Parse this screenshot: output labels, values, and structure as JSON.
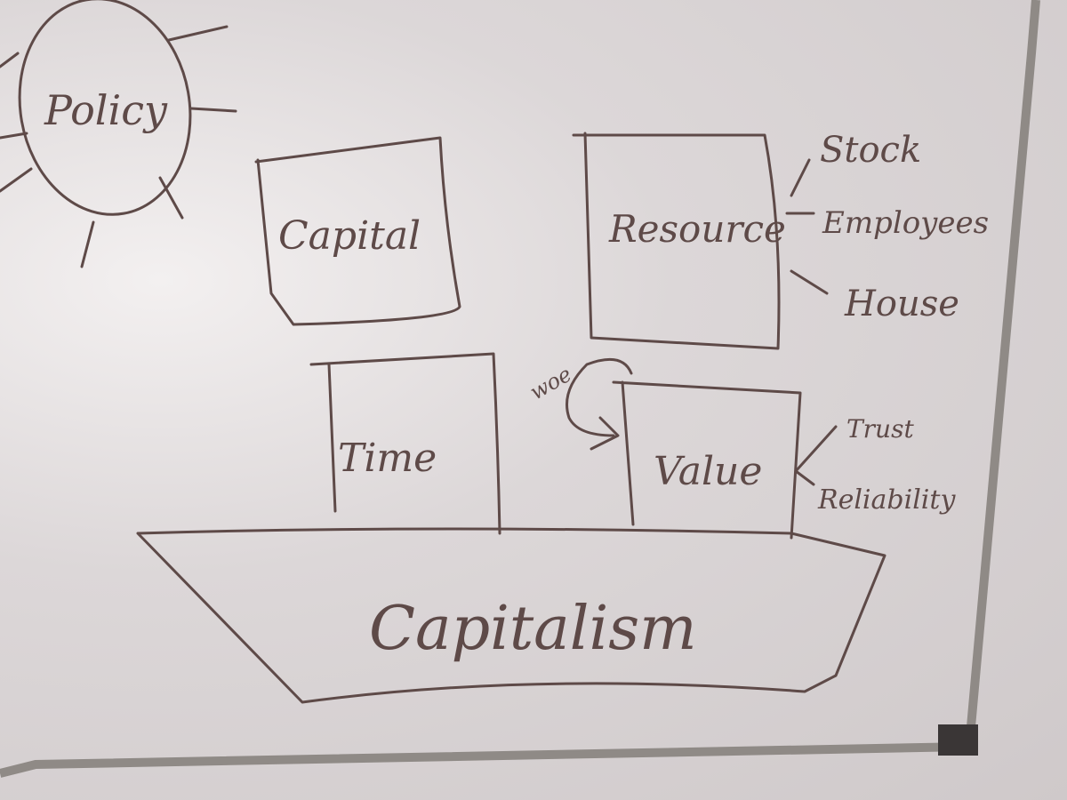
{
  "nodes": {
    "policy": "Policy",
    "capital": "Capital",
    "resource": "Resource",
    "time": "Time",
    "value": "Value",
    "capitalism": "Capitalism"
  },
  "resource_items": [
    "Stock",
    "Employees",
    "House"
  ],
  "value_items": [
    "Trust",
    "Reliability"
  ],
  "arrow_label": "woe",
  "colors": {
    "ink": "#5e4a48",
    "board": "#e6e2e2",
    "frame": "#8f8a86"
  }
}
